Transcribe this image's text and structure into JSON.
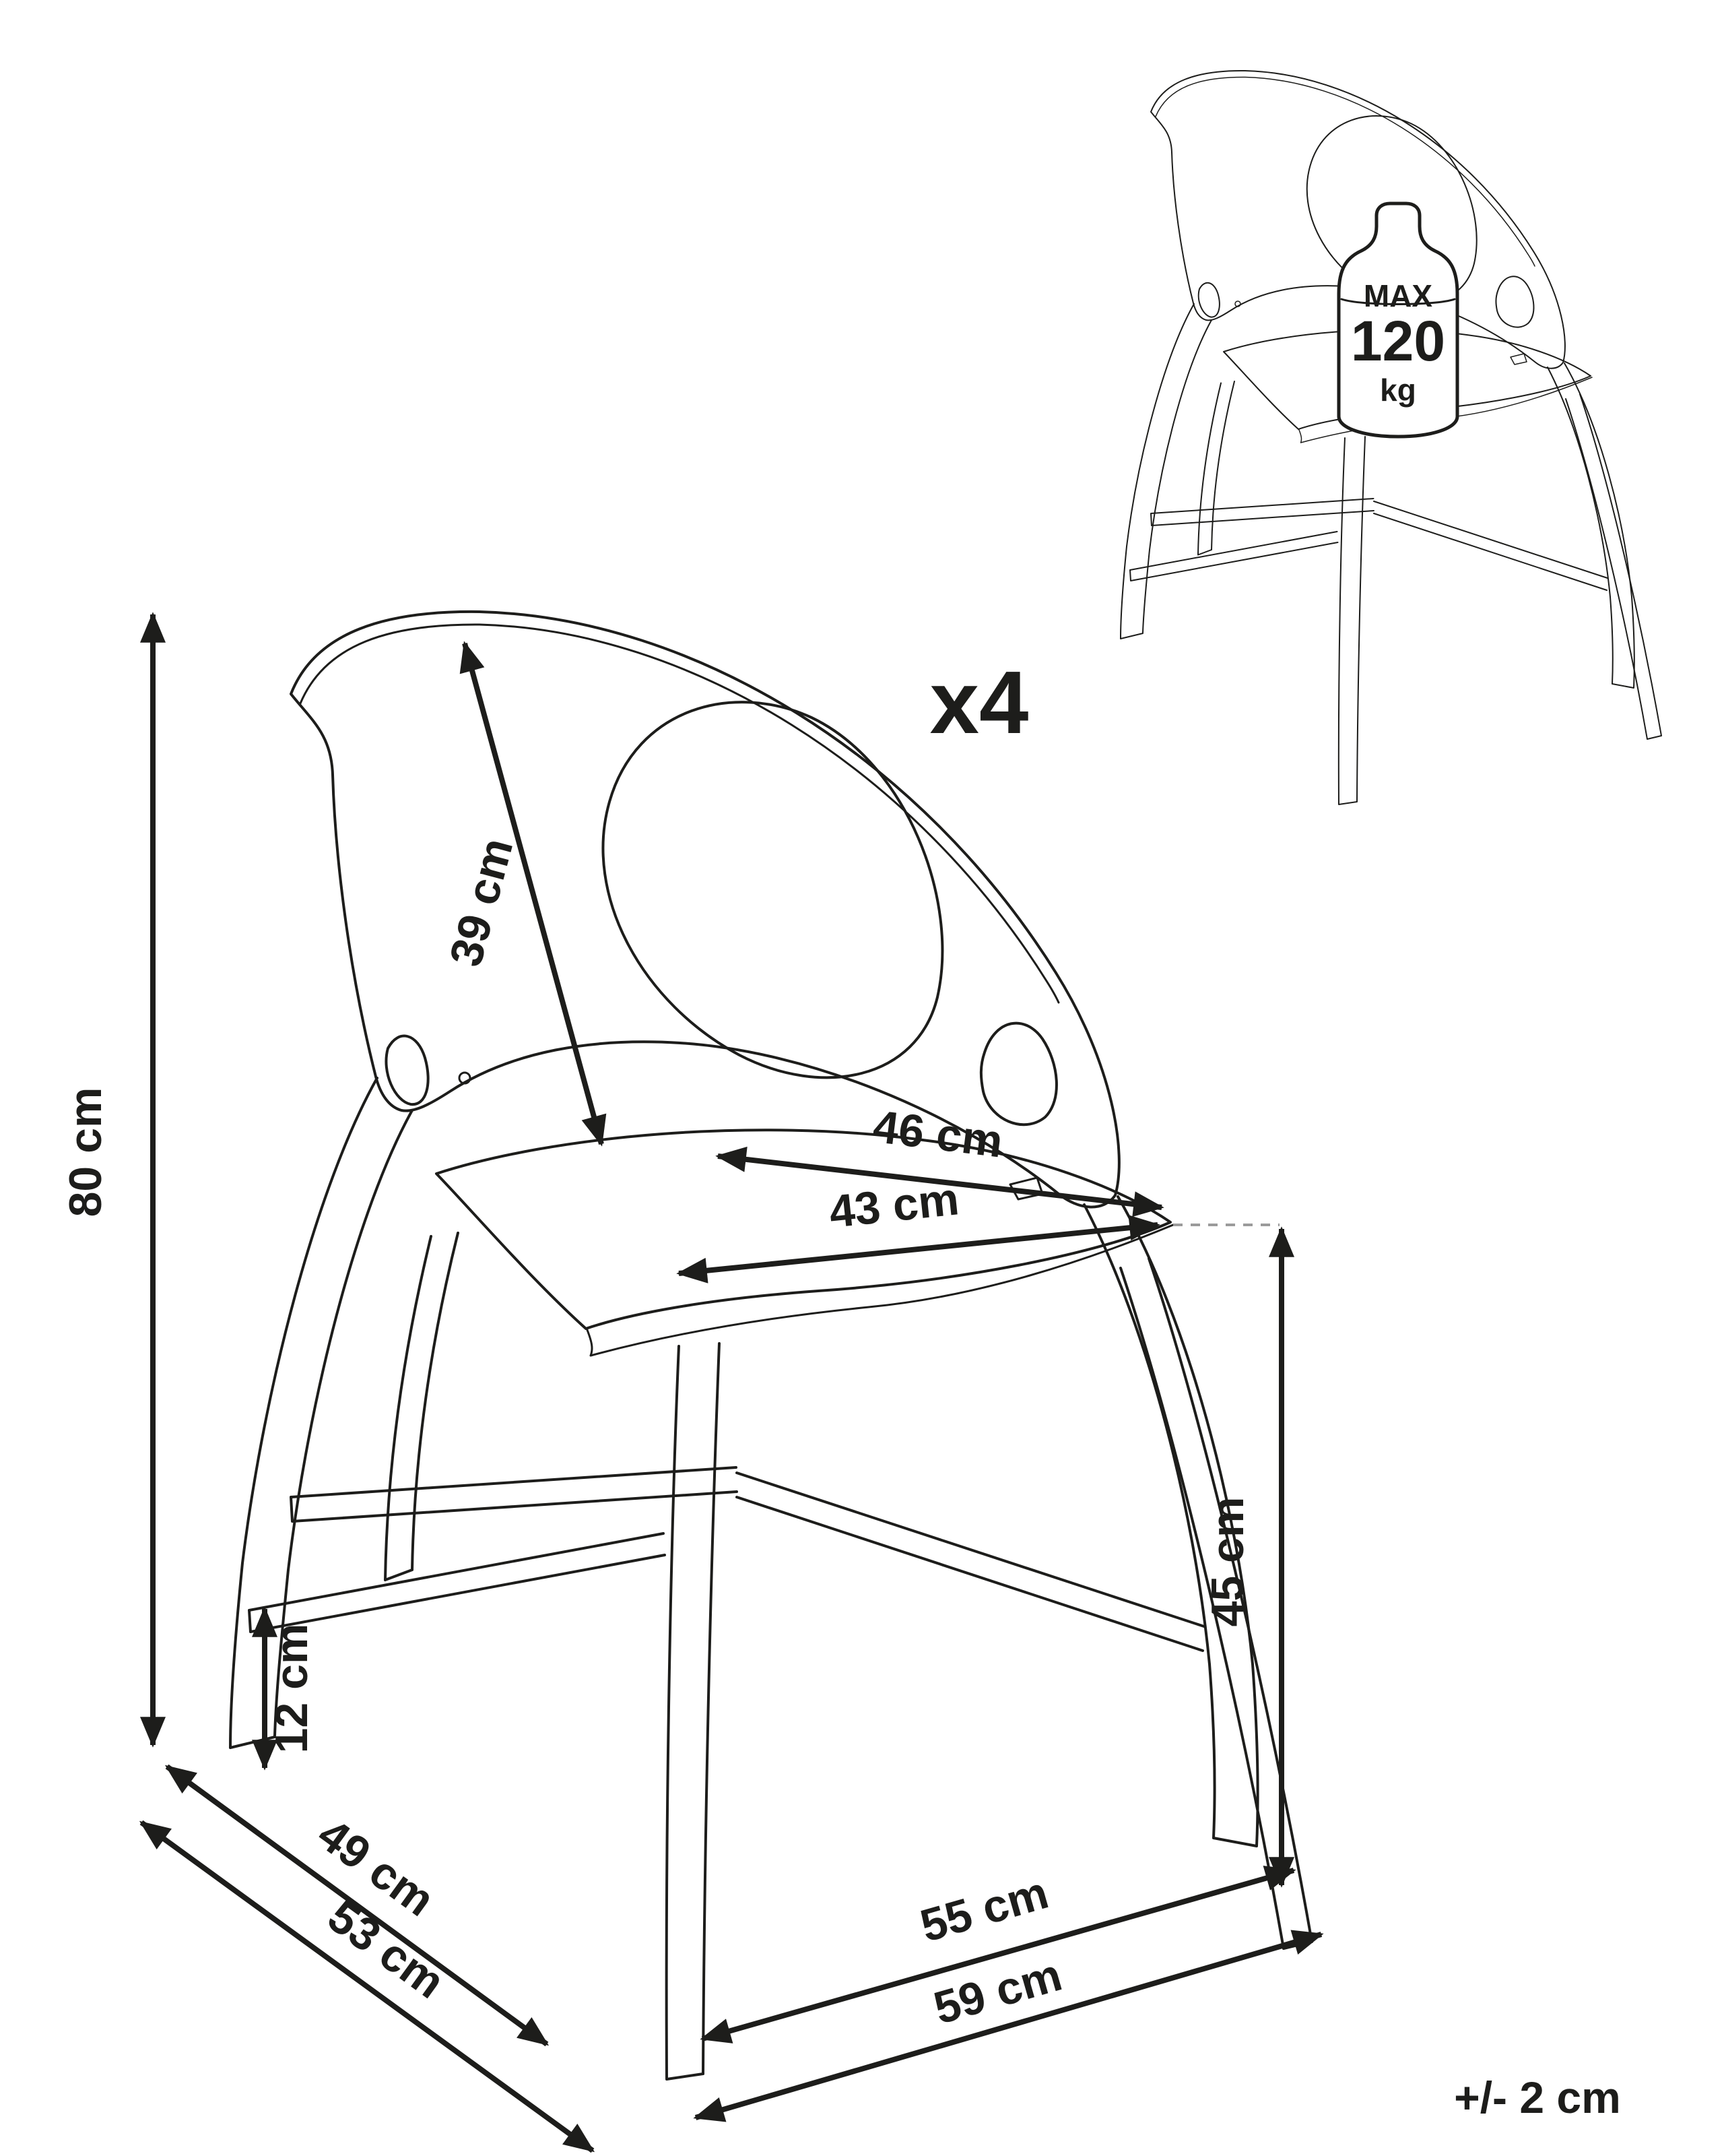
{
  "page": {
    "background": "#ffffff",
    "line_color": "#1d1d1b"
  },
  "diagram": {
    "subject": "chair-line-drawing",
    "quantity_label": "x4",
    "tolerance_label": "+/- 2 cm",
    "weight_capacity": {
      "max": "MAX",
      "value": "120",
      "unit": "kg"
    },
    "dimensions": {
      "total_height": "80 cm",
      "backrest_height": "39 cm",
      "seat_depth": "46 cm",
      "seat_width": "43 cm",
      "seat_height": "45 cm",
      "rail_clearance": "12 cm",
      "base_width_inner": "49 cm",
      "base_width_outer": "53 cm",
      "base_depth_inner": "55 cm",
      "base_depth_outer": "59 cm"
    }
  }
}
